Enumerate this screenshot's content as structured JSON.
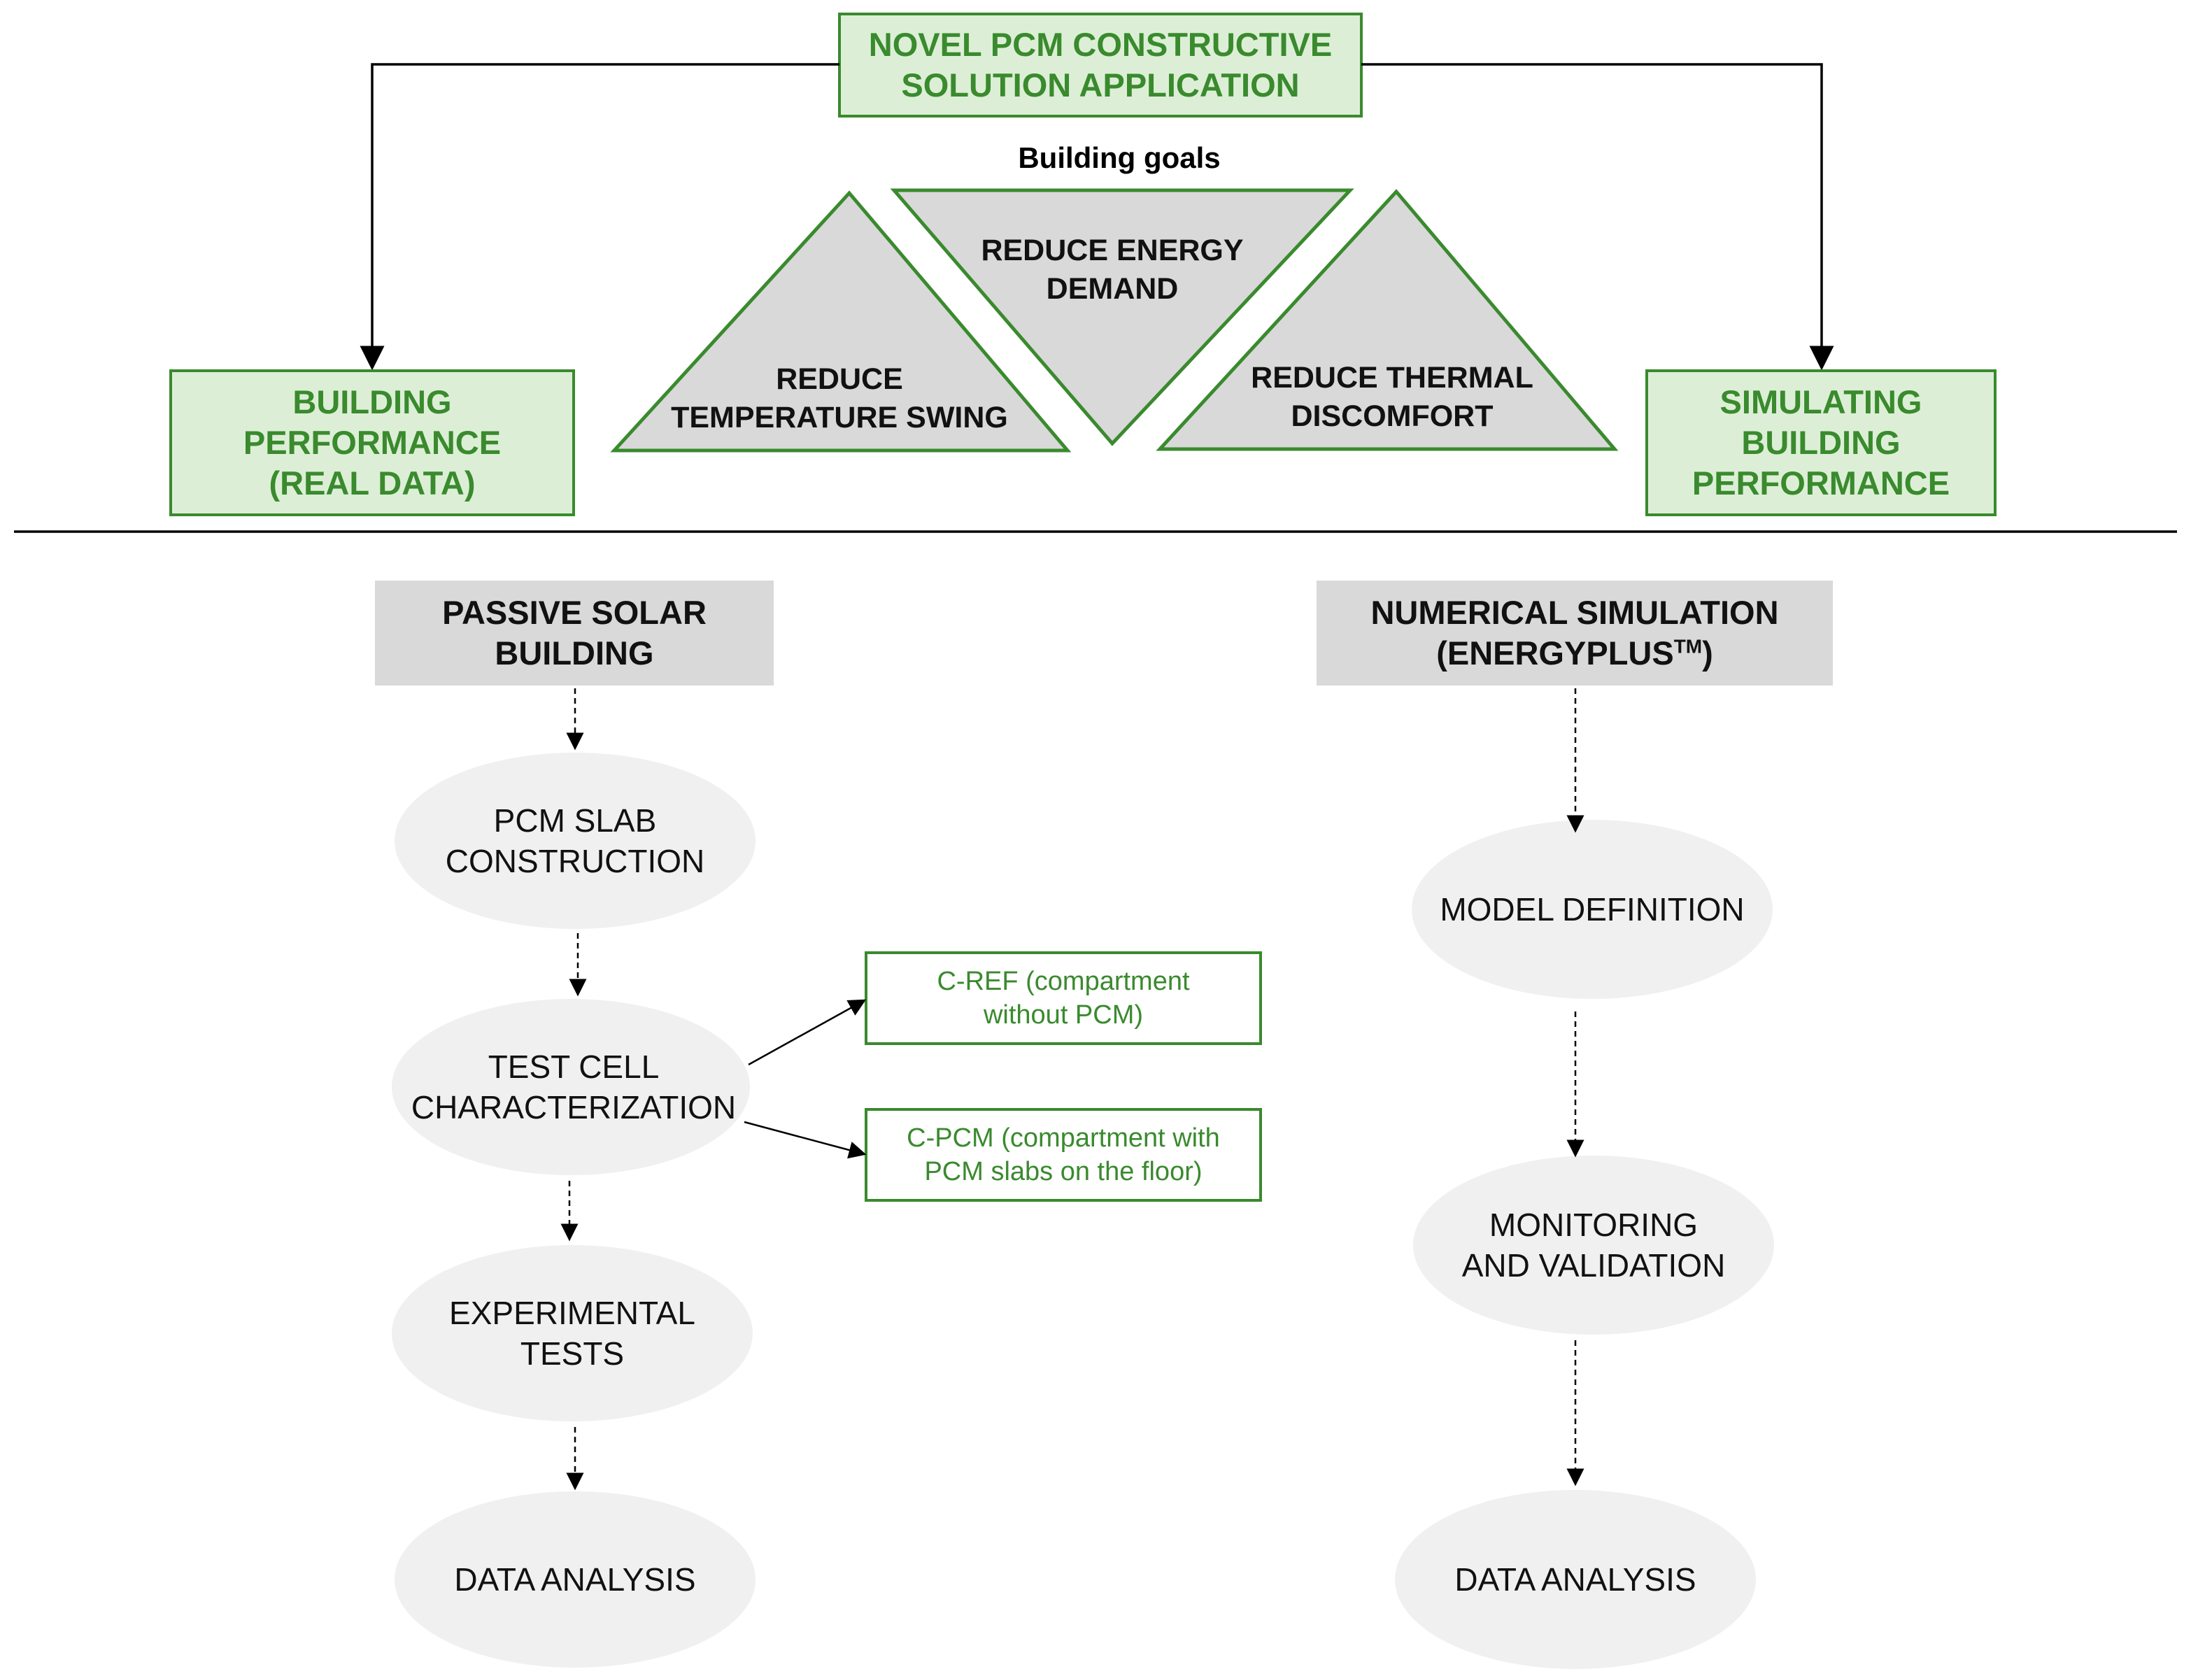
{
  "top": {
    "main_box": "NOVEL PCM CONSTRUCTIVE\nSOLUTION APPLICATION",
    "left_box": "BUILDING\nPERFORMANCE\n(REAL DATA)",
    "right_box": "SIMULATING\nBUILDING\nPERFORMANCE"
  },
  "goals": {
    "title": "Building goals",
    "items": [
      "REDUCE\nTEMPERATURE SWING",
      "REDUCE ENERGY\nDEMAND",
      "REDUCE THERMAL\nDISCOMFORT"
    ]
  },
  "left_flow": {
    "header": "PASSIVE SOLAR\nBUILDING",
    "steps": [
      "PCM SLAB\nCONSTRUCTION",
      "TEST CELL\nCHARACTERIZATION",
      "EXPERIMENTAL\nTESTS",
      "DATA ANALYSIS"
    ],
    "branches": [
      "C-REF (compartment\nwithout PCM)",
      "C-PCM (compartment with\nPCM slabs on the floor)"
    ]
  },
  "right_flow": {
    "header_line1": "NUMERICAL SIMULATION",
    "header_line2": "(ENERGYPLUS",
    "header_sup": "TM",
    "header_close": ")",
    "steps": [
      "MODEL DEFINITION",
      "MONITORING\nAND VALIDATION",
      "DATA ANALYSIS"
    ]
  },
  "colors": {
    "green_fill": "#dcefd6",
    "green_stroke": "#3a8a2e",
    "gray_fill": "#d9d9d9",
    "ellipse_fill": "#f0f0f0"
  }
}
